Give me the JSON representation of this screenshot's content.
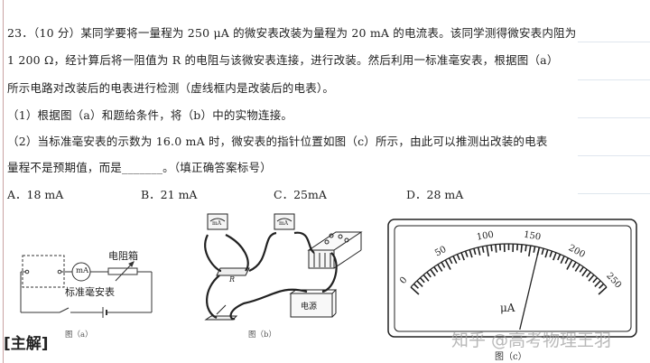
{
  "question": {
    "lines": [
      "23．（10 分）某同学要将一量程为 250 μA 的微安表改装为量程为 20 mA 的电流表。该同学测得微安表内阻为",
      "1 200 Ω，经计算后将一阻值为 R 的电阻与该微安表连接，进行改装。然后利用一标准毫安表，根据图（a）",
      "所示电路对改装后的电表进行检测（虚线框内是改装后的电表）。",
      "（1）根据图（a）和题给条件，将（b）中的实物连接。",
      "（2）当标准毫安表的示数为 16.0 mA 时，微安表的指针位置如图（c）所示，由此可以推测出改装的电表",
      "量程不是预期值，而是_______。（填正确答案标号）"
    ],
    "options": [
      "A．18 mA",
      "B．21 mA",
      "C．25mA",
      "D．28 mA"
    ]
  },
  "figure_a": {
    "meter_label": "mA",
    "resistor_box_label": "电阻箱",
    "standard_meter_label": "标准毫安表",
    "caption": "图（a）"
  },
  "figure_b": {
    "meter1_label": "mA",
    "meter2_label": "mA",
    "resistor_label": "R",
    "power_label": "电源",
    "caption": "图（b）"
  },
  "figure_c": {
    "scale_labels": [
      "0",
      "50",
      "100",
      "150",
      "200",
      "250"
    ],
    "scale_max": 250,
    "needle_value": 160,
    "unit": "μA",
    "caption": "图（c）"
  },
  "handwritten_note": "[主解]",
  "watermark": "知乎 @高考物理王羽"
}
